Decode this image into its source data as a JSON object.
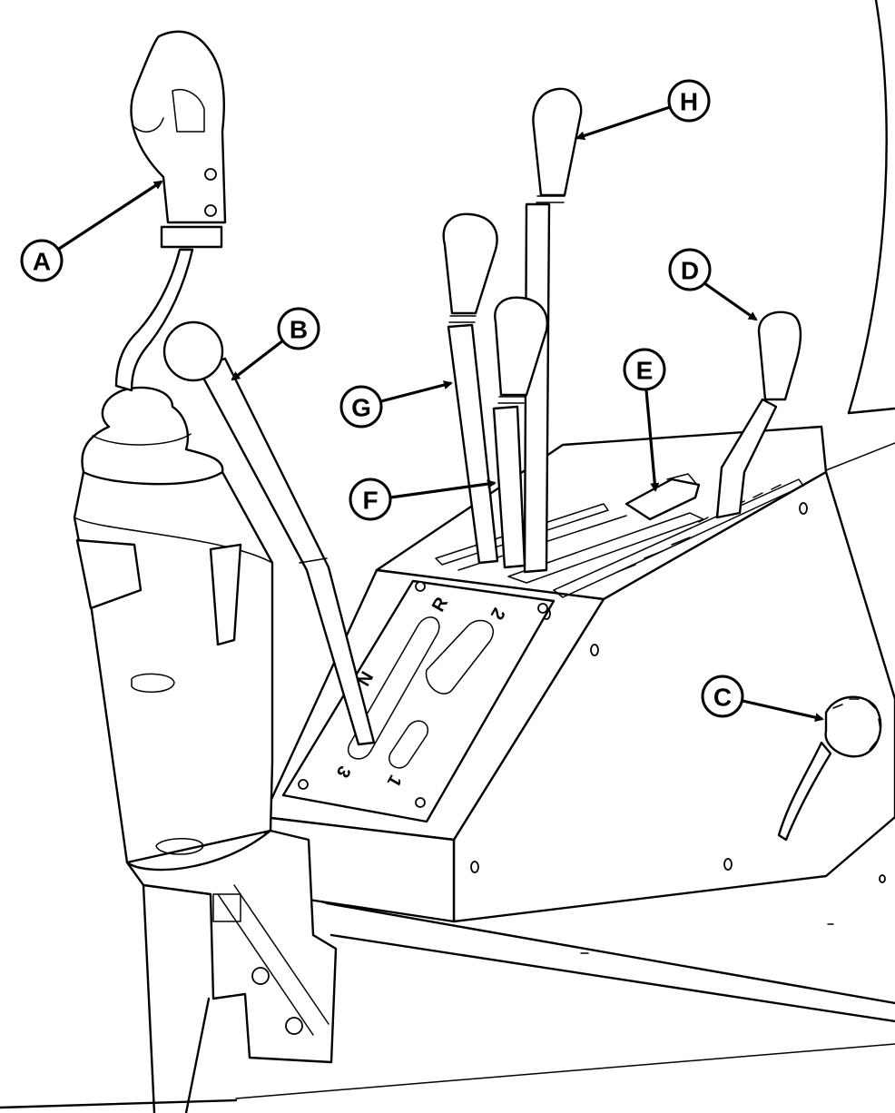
{
  "diagram": {
    "callouts": [
      {
        "id": "A",
        "label": "A"
      },
      {
        "id": "B",
        "label": "B"
      },
      {
        "id": "C",
        "label": "C"
      },
      {
        "id": "D",
        "label": "D"
      },
      {
        "id": "E",
        "label": "E"
      },
      {
        "id": "F",
        "label": "F"
      },
      {
        "id": "G",
        "label": "G"
      },
      {
        "id": "H",
        "label": "H"
      }
    ],
    "shift_gate_markings": {
      "neutral": "N",
      "reverse": "R",
      "gear_1": "1",
      "gear_2": "2",
      "gear_3": "3"
    }
  }
}
